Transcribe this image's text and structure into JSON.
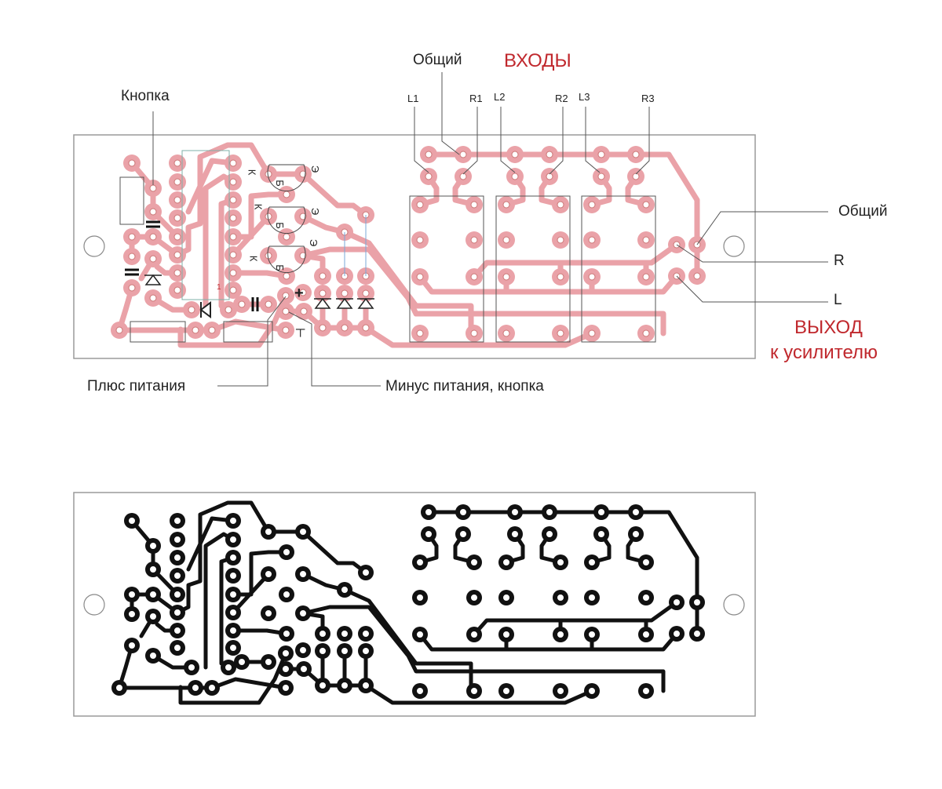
{
  "colors": {
    "top_copper": "#eaa2a8",
    "bottom_copper": "#111111",
    "outline": "#9a9a9a",
    "label_red": "#c0282d",
    "silkscreen": "#333333"
  },
  "labels": {
    "button": "Кнопка",
    "common_top": "Общий",
    "inputs": "ВХОДЫ",
    "channels": [
      "L1",
      "R1",
      "L2",
      "R2",
      "L3",
      "R3"
    ],
    "common_right": "Общий",
    "out_r": "R",
    "out_l": "L",
    "output_line1": "ВЫХОД",
    "output_line2": "к усилителю",
    "power_plus": "Плюс питания",
    "power_minus_button": "Минус питания, кнопка"
  },
  "silkscreen": {
    "transistor_pins": [
      "К",
      "Б",
      "Э"
    ],
    "pin1_marker": "1",
    "plus_sign": "+",
    "minus_sign": "┴"
  },
  "boards": [
    {
      "name": "component-side-view",
      "layer": "top"
    },
    {
      "name": "copper-side-view",
      "layer": "bottom"
    }
  ]
}
